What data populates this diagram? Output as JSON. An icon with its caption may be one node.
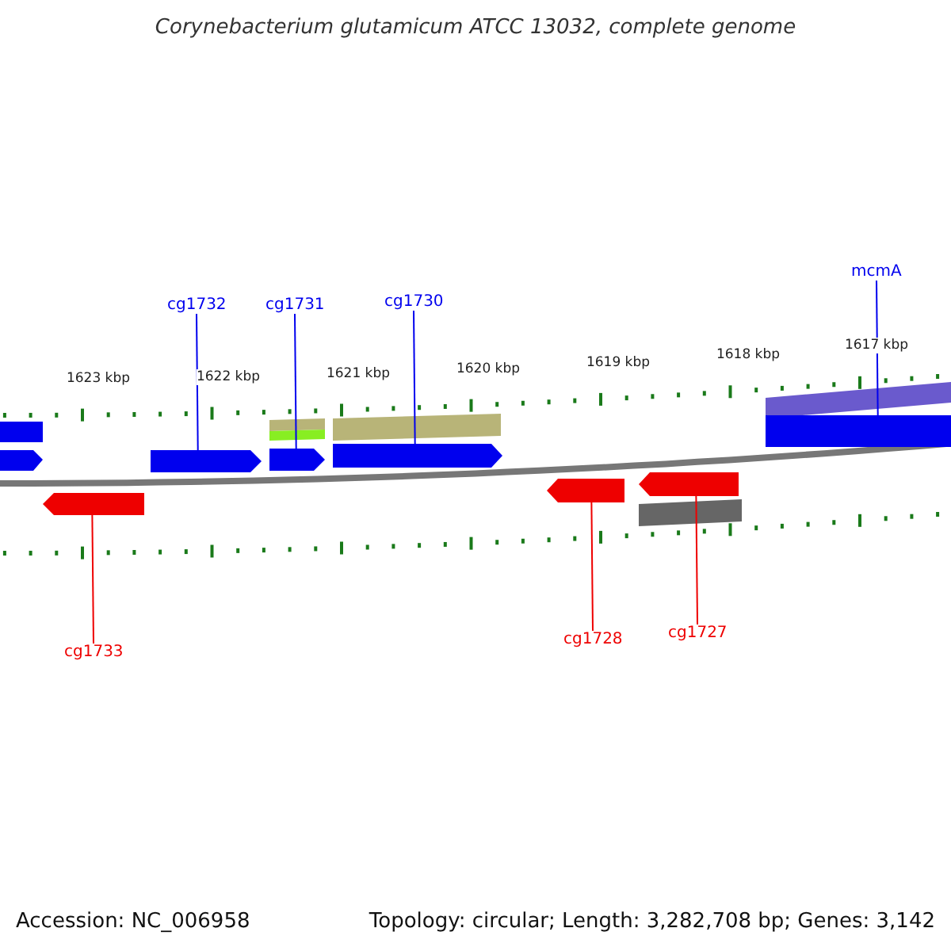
{
  "diagram": {
    "title": "Corynebacterium glutamicum ATCC 13032, complete genome",
    "nodes": [
      {
        "text": [
          "cg1732"
        ]
      },
      {
        "text": [
          "cg1731"
        ]
      },
      {
        "text": [
          "cg1730"
        ]
      },
      {
        "text": [
          "mcmA"
        ]
      },
      {
        "text": [
          "cg1733"
        ]
      },
      {
        "text": [
          "cg1728"
        ]
      },
      {
        "text": [
          "cg1727"
        ]
      },
      {
        "text": [],
        "shape": "bar"
      },
      {
        "text": [],
        "shape": "bar"
      },
      {
        "text": [],
        "shape": "bar"
      },
      {
        "text": [],
        "shape": "bar"
      },
      {
        "text": [],
        "shape": "bar"
      },
      {
        "text": [],
        "shape": "bar"
      },
      {
        "text": [],
        "shape": "bar"
      }
    ],
    "edges": [
      {
        "from": 0,
        "to": 8,
        "arrow": "none"
      },
      {
        "from": 1,
        "to": 9,
        "arrow": "none"
      },
      {
        "from": 2,
        "to": 10,
        "arrow": "none"
      },
      {
        "from": 3,
        "to": 13,
        "arrow": "none"
      },
      {
        "from": 4,
        "to": 7,
        "arrow": "none",
        "color": "#ee0000"
      },
      {
        "from": 5,
        "to": 11,
        "arrow": "none",
        "color": "#ee0000"
      },
      {
        "from": 6,
        "to": 12,
        "arrow": "none",
        "color": "#ee0000"
      }
    ],
    "labels": [
      "1623 kbp",
      "1622 kbp",
      "1621 kbp",
      "1620 kbp",
      "1619 kbp",
      "1618 kbp",
      "1617 kbp",
      "Accession: NC_006958",
      "Topology: circular; Length: 3,282,708 bp; Genes: 3,142"
    ]
  }
}
